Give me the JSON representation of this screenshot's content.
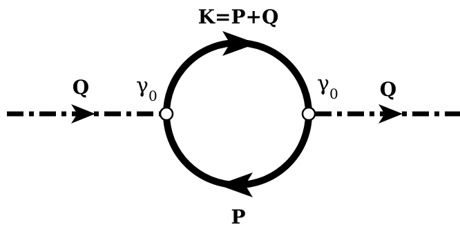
{
  "labels": {
    "top_momentum": "K=P+Q",
    "bottom_momentum": "P",
    "left_external": "Q",
    "right_external": "Q",
    "left_vertex_symbol": "γ",
    "left_vertex_subscript": "0",
    "right_vertex_symbol": "γ",
    "right_vertex_subscript": "0"
  },
  "colors": {
    "line": "#000000",
    "background": "#ffffff",
    "vertex_fill": "#ffffff"
  },
  "elements": {
    "external_line_style": "dash-dot",
    "loop_style": "solid",
    "vertex_marker": "open-circle",
    "arrow_style": "filled-triangle"
  }
}
